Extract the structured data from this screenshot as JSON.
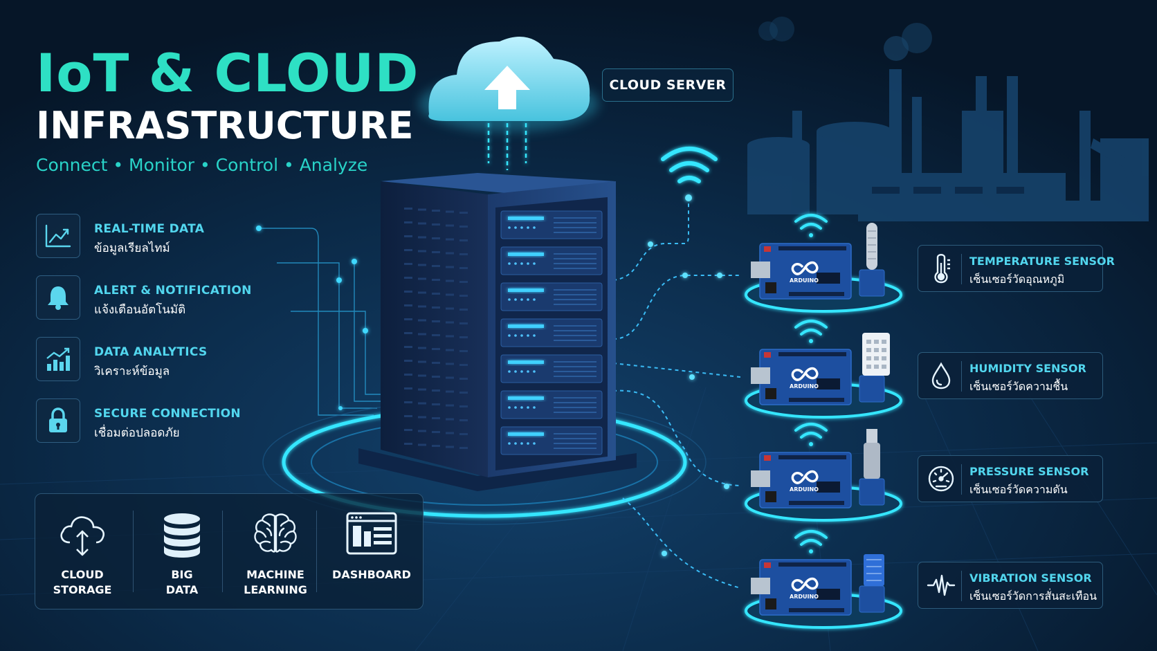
{
  "header": {
    "title_line1": "IoT & CLOUD",
    "title_line2": "INFRASTRUCTURE",
    "subtitle": "Connect • Monitor • Control • Analyze"
  },
  "features": [
    {
      "icon": "line-chart-icon",
      "title": "REAL-TIME DATA",
      "subtitle": "ข้อมูลเรียลไทม์"
    },
    {
      "icon": "bell-icon",
      "title": "ALERT & NOTIFICATION",
      "subtitle": "แจ้งเตือนอัตโนมัติ"
    },
    {
      "icon": "bar-chart-icon",
      "title": "DATA ANALYTICS",
      "subtitle": "วิเคราะห์ข้อมูล"
    },
    {
      "icon": "padlock-icon",
      "title": "SECURE CONNECTION",
      "subtitle": "เชื่อมต่อปลอดภัย"
    }
  ],
  "services": [
    {
      "icon": "cloud-upload-icon",
      "label": "CLOUD\nSTORAGE"
    },
    {
      "icon": "database-icon",
      "label": "BIG\nDATA"
    },
    {
      "icon": "brain-icon",
      "label": "MACHINE\nLEARNING"
    },
    {
      "icon": "dashboard-icon",
      "label": "DASHBOARD"
    }
  ],
  "cloud_server": {
    "label": "CLOUD SERVER",
    "icon": "cloud-upload-arrow-icon"
  },
  "boards": {
    "brand_label": "ARDUINO",
    "logo": "infinity-logo"
  },
  "sensors": [
    {
      "icon": "thermometer-icon",
      "title": "TEMPERATURE SENSOR",
      "subtitle": "เซ็นเซอร์วัดอุณหภูมิ"
    },
    {
      "icon": "water-drop-icon",
      "title": "HUMIDITY SENSOR",
      "subtitle": "เซ็นเซอร์วัดความชื้น"
    },
    {
      "icon": "gauge-icon",
      "title": "PRESSURE SENSOR",
      "subtitle": "เซ็นเซอร์วัดความดัน"
    },
    {
      "icon": "pulse-wave-icon",
      "title": "VIBRATION SENSOR",
      "subtitle": "เซ็นเซอร์วัดการสั่นสะเทือน"
    }
  ],
  "colors": {
    "background": "#071a2e",
    "accent_teal": "#2ee0c4",
    "accent_cyan": "#52d6ee",
    "glow": "#35e6ff",
    "server_blue": "#1f3f74",
    "board_blue": "#1d4fa0"
  }
}
